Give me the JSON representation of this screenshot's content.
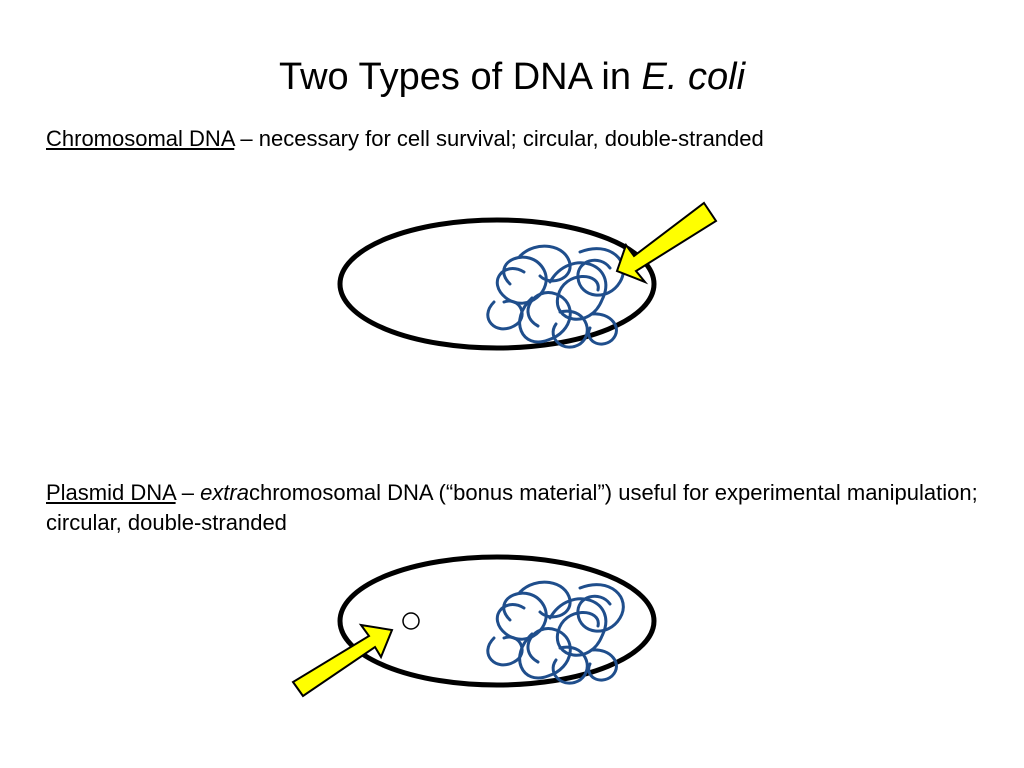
{
  "title": {
    "prefix": "Two Types of DNA in ",
    "organism": "E. coli"
  },
  "chromosomal": {
    "term": "Chromosomal DNA",
    "description": " – necessary for cell survival; circular, double-stranded"
  },
  "plasmid": {
    "term": "Plasmid DNA",
    "dash": " –  ",
    "prefix_italic": "extra",
    "description": "chromosomal DNA (“bonus material”) useful for experimental manipulation; circular, double-stranded"
  },
  "colors": {
    "arrow_fill": "#ffff00",
    "arrow_stroke": "#000000",
    "dna_strand": "#1f4e8c",
    "cell_outline": "#000000"
  },
  "icons": {
    "cell_1": "bacterial-cell-icon",
    "cell_2": "bacterial-cell-icon",
    "dna_1": "chromosomal-dna-tangle-icon",
    "dna_2": "chromosomal-dna-tangle-icon",
    "plasmid": "plasmid-ring-icon",
    "arrow_1": "pointer-arrow-icon",
    "arrow_2": "pointer-arrow-icon"
  }
}
